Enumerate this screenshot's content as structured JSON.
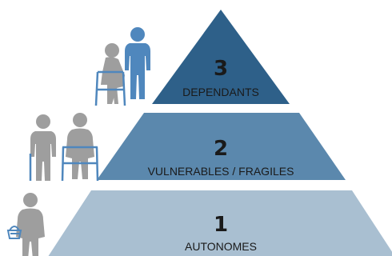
{
  "pyramid": {
    "tiers": [
      {
        "number": "3",
        "label": "DEPENDANTS",
        "color": "#2e6089",
        "people_icons": [
          "elderly-woman-with-walker-icon",
          "standing-man-icon"
        ]
      },
      {
        "number": "2",
        "label": "VULNERABLES / FRAGILES",
        "color": "#5b88ad",
        "people_icons": [
          "elderly-man-with-cane-icon",
          "elderly-woman-with-walker-icon"
        ]
      },
      {
        "number": "1",
        "label": "AUTONOMES",
        "color": "#a9bfd1",
        "people_icons": [
          "elderly-woman-with-basket-icon"
        ]
      }
    ],
    "icon_colors": {
      "figure": "#9e9e9e",
      "highlight": "#4f87bd"
    }
  }
}
